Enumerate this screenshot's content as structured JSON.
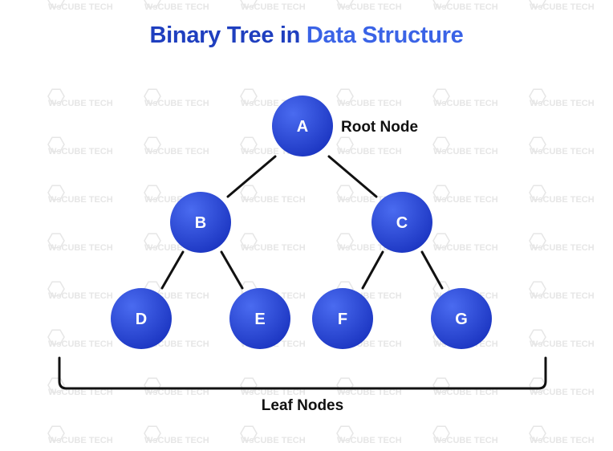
{
  "title": {
    "part1": "Binary Tree in ",
    "part2": "Data Structure"
  },
  "root_label": "Root Node",
  "leaf_label": "Leaf Nodes",
  "watermark": "WsCUBE TECH",
  "colors": {
    "title": "#1f3fbf",
    "title_accent": "#3a63e6",
    "node_light": "#4a6bf0",
    "node_dark": "#1c36c2",
    "edge": "#111111",
    "watermark": "#e6e6e6"
  },
  "nodes": [
    {
      "id": "A",
      "label": "A"
    },
    {
      "id": "B",
      "label": "B"
    },
    {
      "id": "C",
      "label": "C"
    },
    {
      "id": "D",
      "label": "D"
    },
    {
      "id": "E",
      "label": "E"
    },
    {
      "id": "F",
      "label": "F"
    },
    {
      "id": "G",
      "label": "G"
    }
  ],
  "edges": [
    {
      "from": "A",
      "to": "B"
    },
    {
      "from": "A",
      "to": "C"
    },
    {
      "from": "B",
      "to": "D"
    },
    {
      "from": "B",
      "to": "E"
    },
    {
      "from": "C",
      "to": "F"
    },
    {
      "from": "C",
      "to": "G"
    }
  ]
}
